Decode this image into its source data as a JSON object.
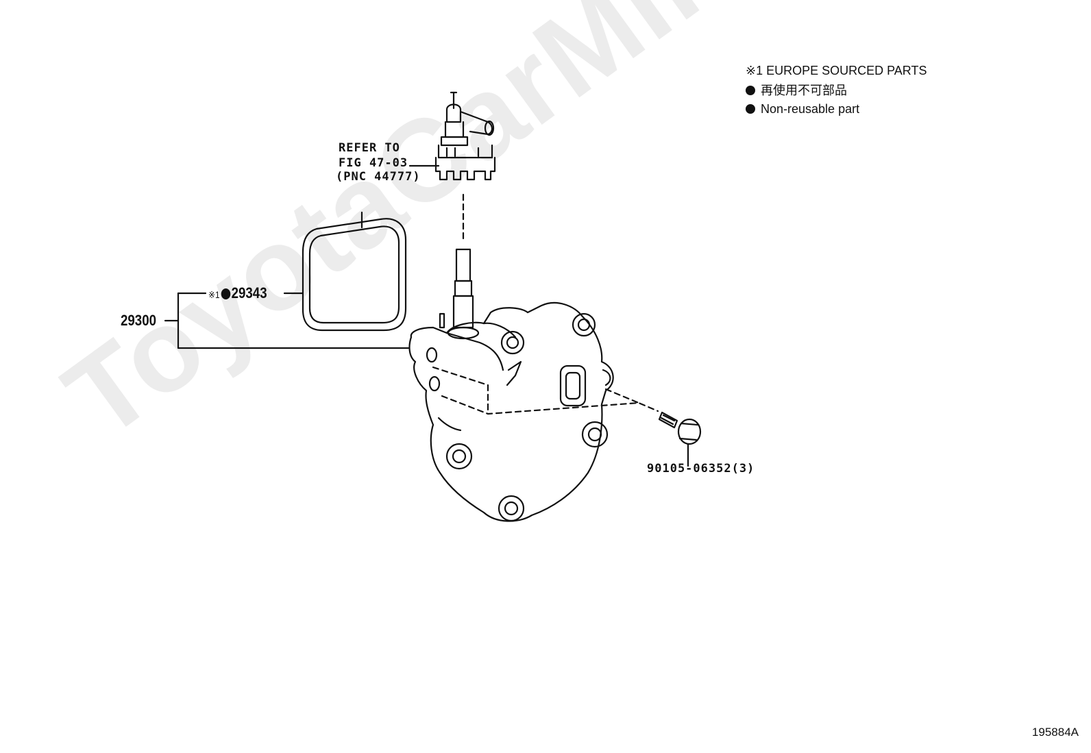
{
  "watermark": "ToyotaCarMine.ru",
  "legend": {
    "note_title": "※1 EUROPE SOURCED PARTS",
    "line_jp": "再使用不可部品",
    "line_en": "Non-reusable part"
  },
  "callouts": {
    "refer_line1": "REFER TO",
    "refer_line2": "FIG 47-03",
    "refer_line3": "(PNC 44777)",
    "assembly_part": "29300",
    "gasket_note": "※1",
    "gasket_part": "29343",
    "bolt_part": "90105-06352(3)"
  },
  "figure_number": "195884A"
}
